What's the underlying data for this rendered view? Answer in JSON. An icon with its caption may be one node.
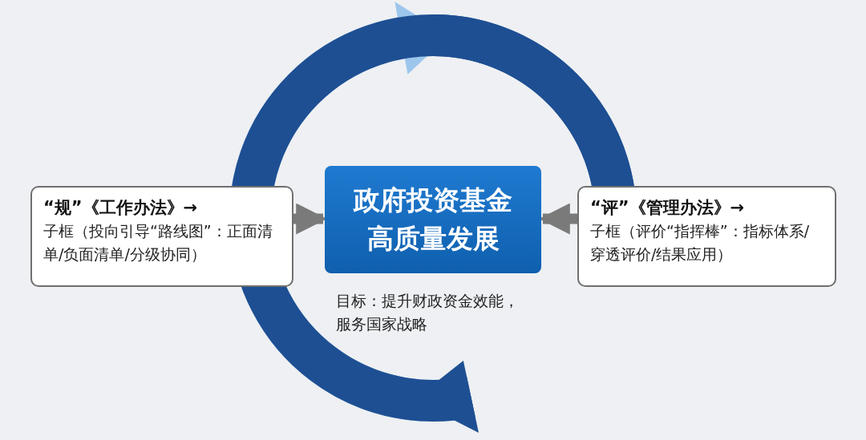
{
  "diagram": {
    "nodes": [
      {
        "text": [
          "“规”《工作办法》→",
          "子框（投向引导“路线图”：正面清单/负面清单/分级协同）"
        ]
      },
      {
        "text": [
          "政府投资基金高质量发展"
        ],
        "beside": [
          "目标：提升财政资金效能，服务国家战略"
        ]
      },
      {
        "text": [
          "“评”《管理办法》→",
          "子框（评价“指挥棒”：指标体系/穿透评价/结果应用）"
        ]
      }
    ],
    "edges": [
      {
        "from": 0,
        "to": 1,
        "arrow": "to"
      },
      {
        "from": 2,
        "to": 1,
        "arrow": "to"
      }
    ]
  }
}
